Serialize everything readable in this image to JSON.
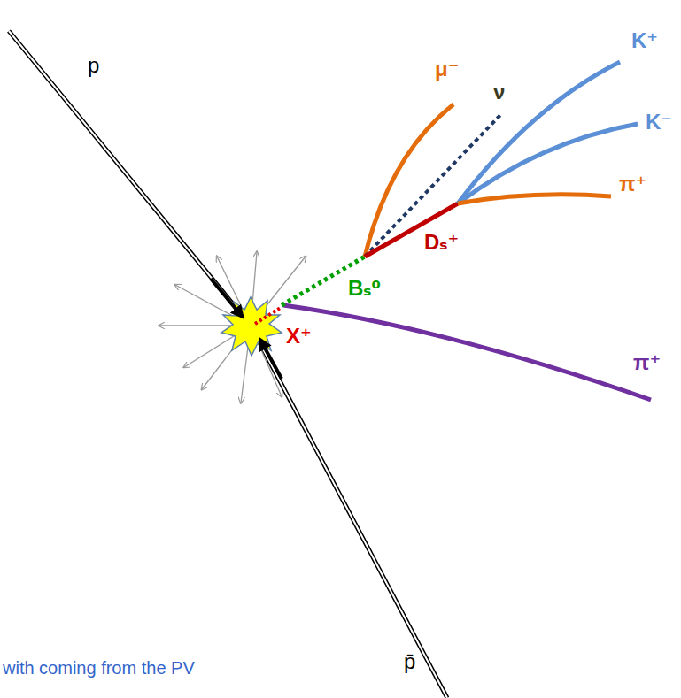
{
  "diagram": {
    "labels": [
      "p",
      "μ⁻",
      "ν",
      "K⁺",
      "K⁻",
      "π⁺",
      "Dₛ⁺",
      "Bₛ⁰",
      "X⁺",
      "π⁺",
      "with coming from the PV",
      "p̄"
    ]
  }
}
